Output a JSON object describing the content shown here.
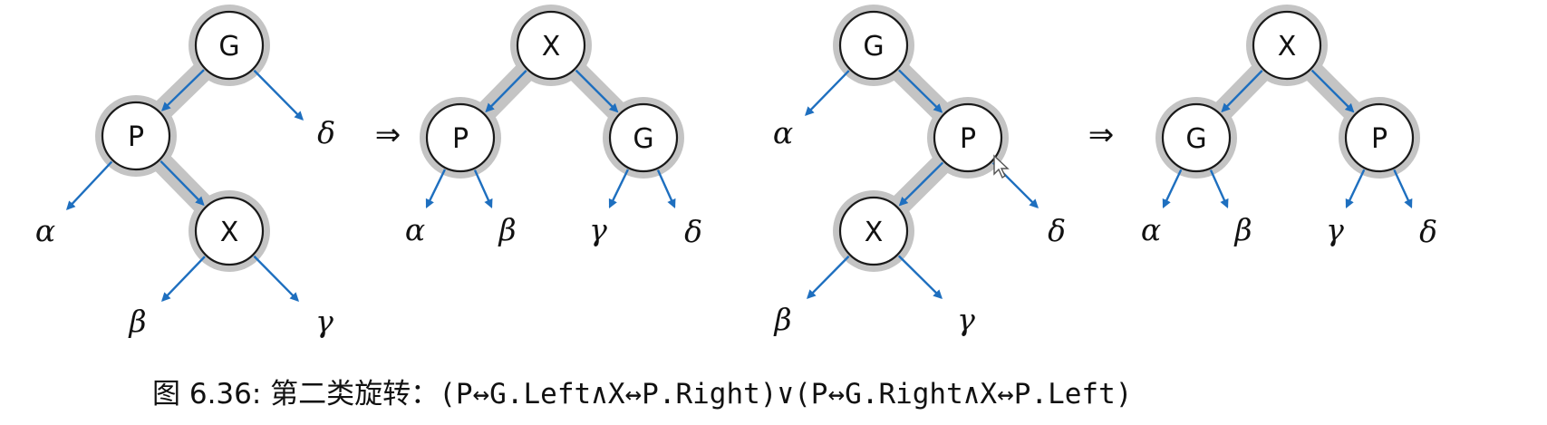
{
  "colors": {
    "edge": "#1e6fbf",
    "halo": "#c4c4c4",
    "node_stroke": "#1a1a1a"
  },
  "icons": {
    "transform_arrow": "right-double-arrow-icon",
    "cursor": "mouse-pointer-icon"
  },
  "diagrams": [
    {
      "name": "case1-before",
      "nodes": [
        {
          "id": "G",
          "label": "G"
        },
        {
          "id": "P",
          "label": "P"
        },
        {
          "id": "X",
          "label": "X"
        }
      ],
      "subtrees": [
        {
          "label": "α"
        },
        {
          "label": "β"
        },
        {
          "label": "γ"
        },
        {
          "label": "δ"
        }
      ]
    },
    {
      "name": "case1-after",
      "nodes": [
        {
          "id": "X",
          "label": "X"
        },
        {
          "id": "P",
          "label": "P"
        },
        {
          "id": "G",
          "label": "G"
        }
      ],
      "subtrees": [
        {
          "label": "α"
        },
        {
          "label": "β"
        },
        {
          "label": "γ"
        },
        {
          "label": "δ"
        }
      ]
    },
    {
      "name": "case2-before",
      "nodes": [
        {
          "id": "G",
          "label": "G"
        },
        {
          "id": "P",
          "label": "P"
        },
        {
          "id": "X",
          "label": "X"
        }
      ],
      "subtrees": [
        {
          "label": "α"
        },
        {
          "label": "β"
        },
        {
          "label": "γ"
        },
        {
          "label": "δ"
        }
      ]
    },
    {
      "name": "case2-after",
      "nodes": [
        {
          "id": "X",
          "label": "X"
        },
        {
          "id": "G",
          "label": "G"
        },
        {
          "id": "P",
          "label": "P"
        }
      ],
      "subtrees": [
        {
          "label": "α"
        },
        {
          "label": "β"
        },
        {
          "label": "γ"
        },
        {
          "label": "δ"
        }
      ]
    }
  ],
  "operators": [
    "⇒",
    "⇒"
  ],
  "caption": {
    "prefix": "图 6.36: 第二类旋转：",
    "formula": "(P↔G.Left∧X↔P.Right)∨(P↔G.Right∧X↔P.Left)"
  }
}
